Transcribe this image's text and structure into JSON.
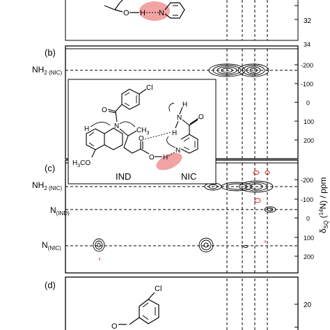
{
  "panels": {
    "b": {
      "label": "(b)"
    },
    "c": {
      "label": "(c)"
    },
    "d": {
      "label": "(d)"
    }
  },
  "row_labels": {
    "nh2_nic_b": {
      "main": "NH",
      "sub": "2 (NIC)"
    },
    "nh2_nic_c": {
      "main": "NH",
      "sub": "2 (NIC)"
    },
    "n_ind": {
      "main": "N",
      "sub": "(IND)"
    },
    "n_nic": {
      "main": "N",
      "sub": "(NIC)"
    }
  },
  "axis": {
    "title": "δ",
    "title_sub": "SQ",
    "title_rest": " (",
    "title_sup": "14",
    "title_end": "N) / ppm",
    "ticks_a": [
      "32",
      "34"
    ],
    "ticks_b": [
      "-200",
      "-100",
      "0",
      "100",
      "200"
    ],
    "ticks_c": [
      "-200",
      "-100",
      "0",
      "100",
      "200"
    ],
    "ticks_d": [
      "20"
    ]
  },
  "molecule": {
    "cl": "Cl",
    "o": "O",
    "n_ind": "N",
    "h_left": "H",
    "ch3": "CH",
    "ch3_sub": "3",
    "h3co": "H",
    "h3co_sub": "3",
    "h3co_end": "CO",
    "o_acid": "O",
    "h_bond": "H",
    "n_pyr": "N",
    "h_nh2a": "H",
    "h_nh2b": "H",
    "n_amide": "N",
    "o_amide": "O",
    "name_ind": "IND",
    "name_nic": "NIC"
  },
  "top_fragment": {
    "o": "O",
    "h": "H",
    "n": "N"
  },
  "bottom_fragment": {
    "cl": "Cl",
    "o": "O"
  },
  "colors": {
    "highlight": "#f2a3a3",
    "contour_black": "#000000",
    "contour_red": "#cc2222"
  }
}
